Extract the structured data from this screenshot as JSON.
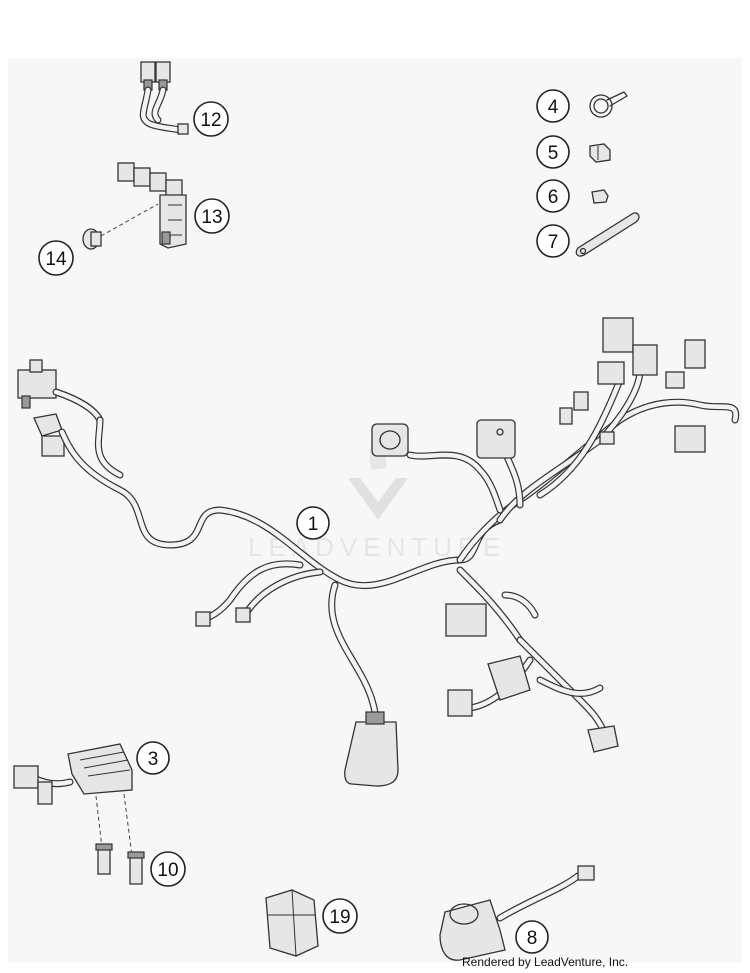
{
  "callouts": [
    {
      "id": "callout-1",
      "label": "1"
    },
    {
      "id": "callout-3",
      "label": "3"
    },
    {
      "id": "callout-4",
      "label": "4"
    },
    {
      "id": "callout-5",
      "label": "5"
    },
    {
      "id": "callout-6",
      "label": "6"
    },
    {
      "id": "callout-7",
      "label": "7"
    },
    {
      "id": "callout-8",
      "label": "8"
    },
    {
      "id": "callout-10",
      "label": "10"
    },
    {
      "id": "callout-12",
      "label": "12"
    },
    {
      "id": "callout-13",
      "label": "13"
    },
    {
      "id": "callout-14",
      "label": "14"
    },
    {
      "id": "callout-19",
      "label": "19"
    }
  ],
  "watermark": "LEADVENTURE",
  "credit": "Rendered by LeadVenture, Inc."
}
